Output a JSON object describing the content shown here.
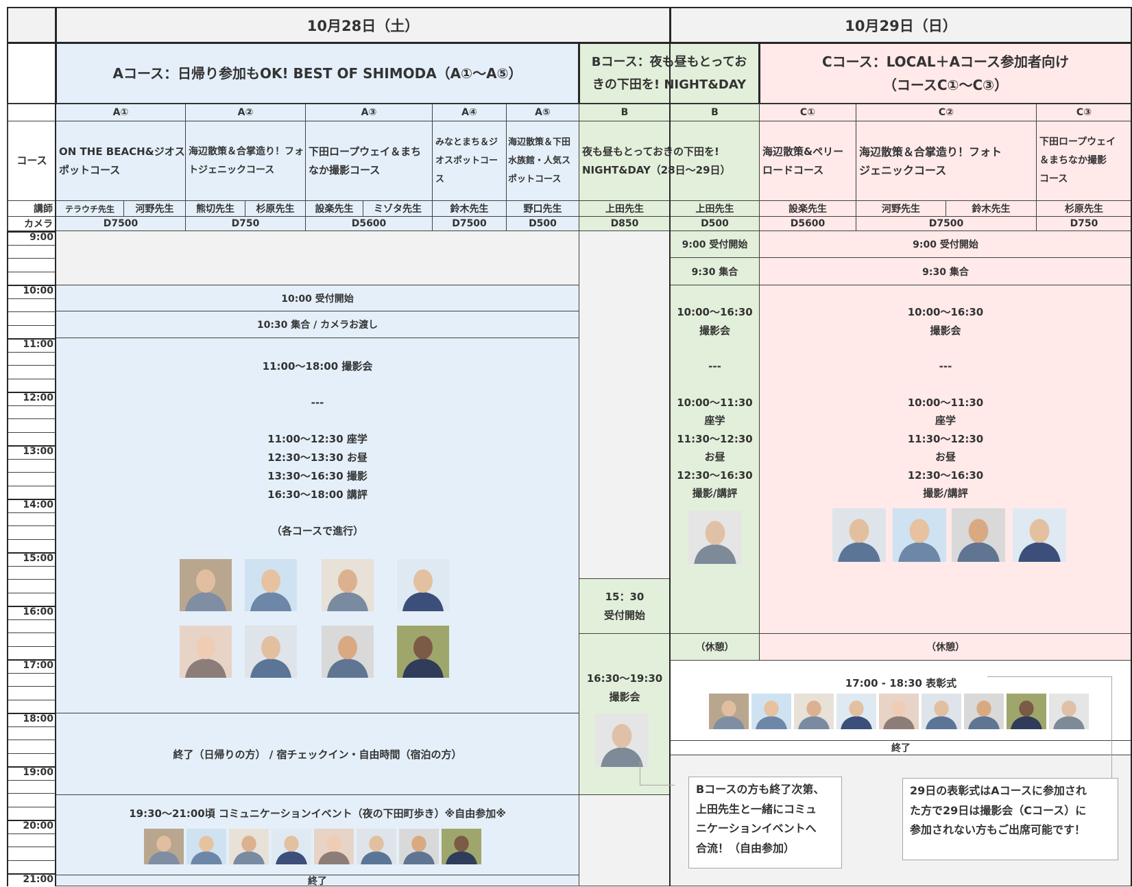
{
  "dates": {
    "day1": "10月28日（土）",
    "day2": "10月29日（日）"
  },
  "courses": {
    "a": "Aコース：日帰り参加もOK! BEST OF SHIMODA（A①〜A⑤）",
    "b_line1": "Bコース：夜も昼もとってお",
    "b_line2": "きの下田を! NIGHT&DAY",
    "c_line1": "Cコース：LOCAL＋Aコース参加者向け",
    "c_line2": "（コースC①〜C③）"
  },
  "row_labels": {
    "course": "コース",
    "teacher": "講師",
    "camera": "カメラ"
  },
  "columns": [
    {
      "code": "A①",
      "name_l1": "ON THE BEACH&ジオス",
      "name_l2": "ポットコース",
      "teachers": [
        "テラウチ先生",
        "河野先生"
      ],
      "camera": "D7500"
    },
    {
      "code": "A②",
      "name_l1": "海辺散策＆合掌造り！フォ",
      "name_l2": "トジェニックコース",
      "teachers": [
        "熊切先生",
        "杉原先生"
      ],
      "camera": "D750"
    },
    {
      "code": "A③",
      "name_l1": "下田ロープウェイ＆まち",
      "name_l2": "なか撮影コース",
      "teachers": [
        "設楽先生",
        "ミゾタ先生"
      ],
      "camera": "D5600"
    },
    {
      "code": "A④",
      "name_l1": "みなとまち＆ジ",
      "name_l2": "オスポットコー",
      "name_l3": "ス",
      "teachers": [
        "鈴木先生"
      ],
      "camera": "D7500"
    },
    {
      "code": "A⑤",
      "name_l1": "海辺散策＆下田",
      "name_l2": "水族館・人気ス",
      "name_l3": "ポットコース",
      "teachers": [
        "野口先生"
      ],
      "camera": "D500"
    },
    {
      "code": "B",
      "teachers": [
        "上田先生"
      ],
      "camera": "D850"
    },
    {
      "code": "B",
      "teachers": [
        "上田先生"
      ],
      "camera": "D500"
    },
    {
      "code": "C①",
      "name_l1": "海辺散策&ペリー",
      "name_l2": "ロードコース",
      "teachers": [
        "設楽先生"
      ],
      "camera": "D5600"
    },
    {
      "code": "C②",
      "name_l1": "海辺散策＆合掌造り！フォト",
      "name_l2": "ジェニックコース",
      "teachers": [
        "河野先生",
        "鈴木先生"
      ],
      "camera": "D7500"
    },
    {
      "code": "C③",
      "name_l1": "下田ロープウェイ",
      "name_l2": "＆まちなか撮影",
      "name_l3": "コース",
      "teachers": [
        "杉原先生"
      ],
      "camera": "D750"
    }
  ],
  "b_course_name": {
    "l1": "夜も昼もとっておきの下田を!",
    "l2": "NIGHT&DAY（28日〜29日）"
  },
  "times": [
    "9:00",
    "10:00",
    "11:00",
    "12:00",
    "13:00",
    "14:00",
    "15:00",
    "16:00",
    "17:00",
    "18:00",
    "19:00",
    "20:00",
    "21:00"
  ],
  "a_schedule": {
    "reception": "10:00 受付開始",
    "gather": "10:30 集合 / カメラお渡し",
    "shoot_title": "11:00〜18:00 撮影会",
    "sep": "---",
    "items": [
      "11:00〜12:30 座学",
      "12:30〜13:30 お昼",
      "13:30〜16:30 撮影",
      "16:30〜18:00 講評"
    ],
    "per_course": "（各コースで進行）",
    "end": "終了（日帰りの方） /  宿チェックイン・自由時間（宿泊の方）",
    "event": "19:30〜21:00頃 コミュニケーションイベント（夜の下田町歩き）※自由参加※",
    "final": "終了"
  },
  "b1_schedule": {
    "reception_l1": "15：30",
    "reception_l2": "受付開始",
    "shoot_l1": "16:30〜19:30",
    "shoot_l2": "撮影会"
  },
  "day2_schedule": {
    "reception": "9:00 受付開始",
    "gather": "9:30 集合",
    "shoot_l1": "10:00〜16:30",
    "shoot_l2": "撮影会",
    "sep": "---",
    "items": [
      "10:00〜11:30",
      "座学",
      "11:30〜12:30",
      "お昼",
      "12:30〜16:30",
      "撮影/講評"
    ],
    "rest": "（休憩）",
    "award": "17:00 - 18:30 表彰式",
    "end": "終了"
  },
  "notes": {
    "b": [
      "Bコースの方も終了次第、",
      "上田先生と一緒にコミュ",
      "ニケーションイベントへ",
      "合流！（自由参加）"
    ],
    "c": [
      "29日の表彰式はAコースに参加され",
      "た方で29日は撮影会（Cコース）に",
      "参加されない方もご出席可能です！"
    ]
  },
  "photos": {
    "a_grid": [
      "photo-teacher-1",
      "photo-teacher-2",
      "photo-teacher-3",
      "photo-teacher-4",
      "photo-teacher-5",
      "photo-teacher-6",
      "photo-teacher-7",
      "photo-teacher-8"
    ],
    "colors": {
      "skin": "#e8c4a4",
      "shirt": "#5b7596",
      "bg": "#c9d8e6"
    }
  }
}
